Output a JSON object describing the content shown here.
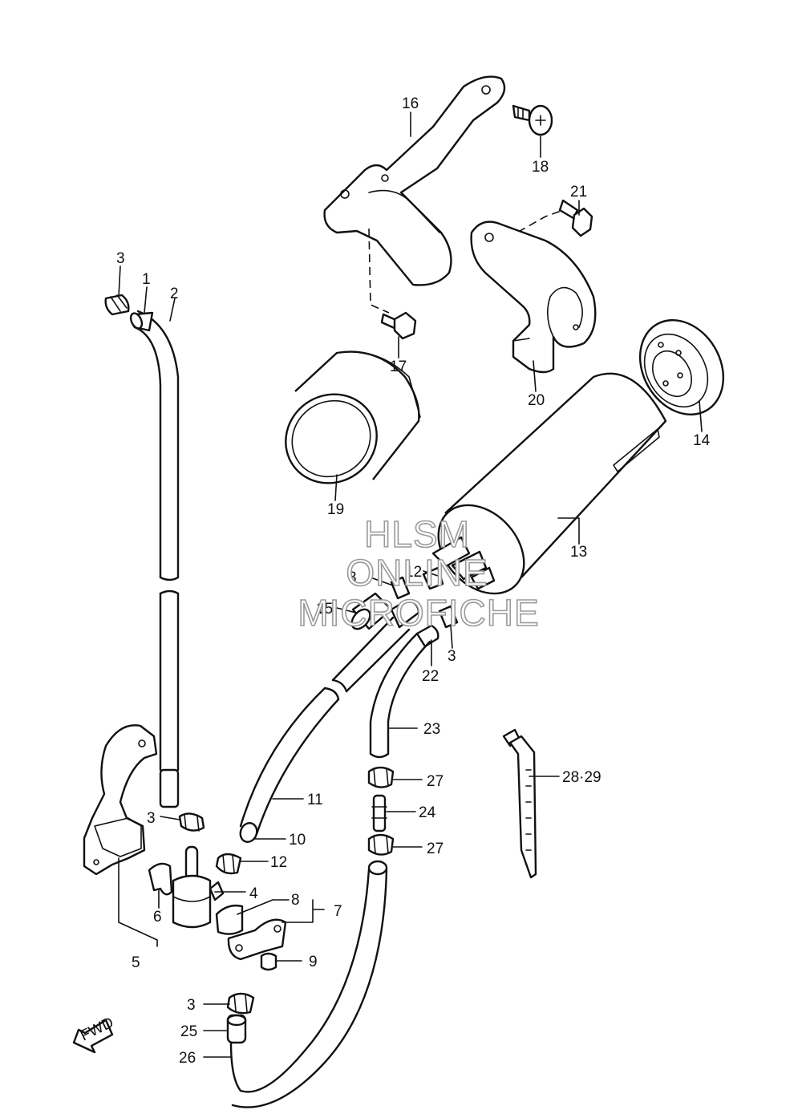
{
  "diagram": {
    "callouts": {
      "c1": "1",
      "c2": "2",
      "c3a": "3",
      "c3b": "3",
      "c3c": "3",
      "c3d": "3",
      "c3e": "3",
      "c4": "4",
      "c5": "5",
      "c6": "6",
      "c7": "7",
      "c8": "8",
      "c9": "9",
      "c10": "10",
      "c11": "11",
      "c12a": "12",
      "c12b": "12",
      "c13": "13",
      "c14": "14",
      "c15": "15",
      "c16": "16",
      "c17": "17",
      "c18": "18",
      "c19": "19",
      "c20": "20",
      "c21": "21",
      "c22": "22",
      "c23": "23",
      "c24": "24",
      "c25": "25",
      "c26": "26",
      "c27a": "27",
      "c27b": "27",
      "c2829": "28·29"
    },
    "fwd_label": "FWD",
    "watermark": {
      "line1": "HLSM",
      "line2": "ONLINE",
      "line3": "MICROFICHE"
    }
  }
}
